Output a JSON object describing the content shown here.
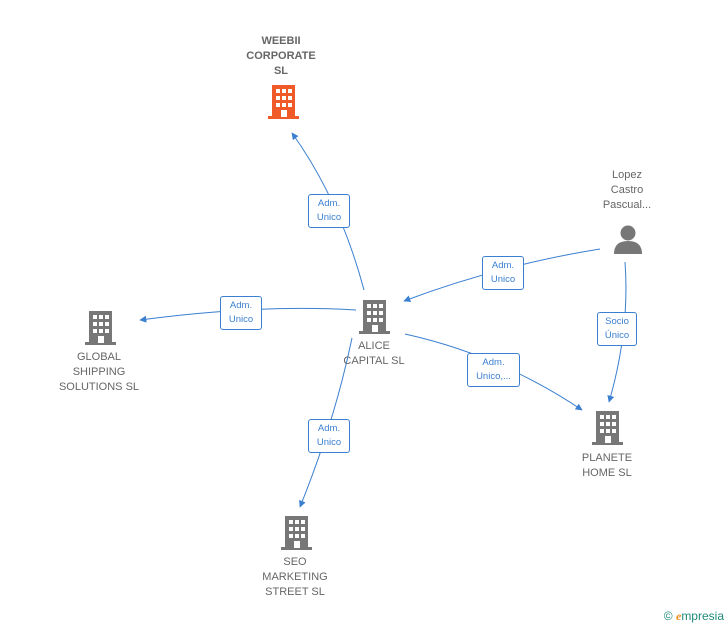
{
  "colors": {
    "edge": "#3a7fd0",
    "company": "#777777",
    "highlight_company": "#f05a28",
    "person": "#777777",
    "label_text": "#666666"
  },
  "nodes": {
    "weebii": {
      "lines": [
        "WEEBII",
        "CORPORATE",
        "SL"
      ],
      "icon": "building-icon",
      "highlight": true
    },
    "alice": {
      "lines": [
        "ALICE",
        "CAPITAL  SL"
      ],
      "icon": "building-icon"
    },
    "global": {
      "lines": [
        "GLOBAL",
        "SHIPPING",
        "SOLUTIONS  SL"
      ],
      "icon": "building-icon"
    },
    "seo": {
      "lines": [
        "SEO",
        "MARKETING",
        "STREET  SL"
      ],
      "icon": "building-icon"
    },
    "planete": {
      "lines": [
        "PLANETE",
        "HOME  SL"
      ],
      "icon": "building-icon"
    },
    "lopez": {
      "lines": [
        "Lopez",
        "Castro",
        "Pascual..."
      ],
      "icon": "person-icon"
    }
  },
  "edges": [
    {
      "id": "alice-weebii",
      "lines": [
        "Adm.",
        "Unico"
      ]
    },
    {
      "id": "alice-global",
      "lines": [
        "Adm.",
        "Unico"
      ]
    },
    {
      "id": "alice-seo",
      "lines": [
        "Adm.",
        "Unico"
      ]
    },
    {
      "id": "alice-planete",
      "lines": [
        "Adm.",
        "Unico,..."
      ]
    },
    {
      "id": "lopez-alice",
      "lines": [
        "Adm.",
        "Unico"
      ]
    },
    {
      "id": "lopez-planete",
      "lines": [
        "Socio",
        "Único"
      ]
    }
  ],
  "brand": {
    "symbol": "©",
    "e": "e",
    "rest": "mpresia"
  }
}
